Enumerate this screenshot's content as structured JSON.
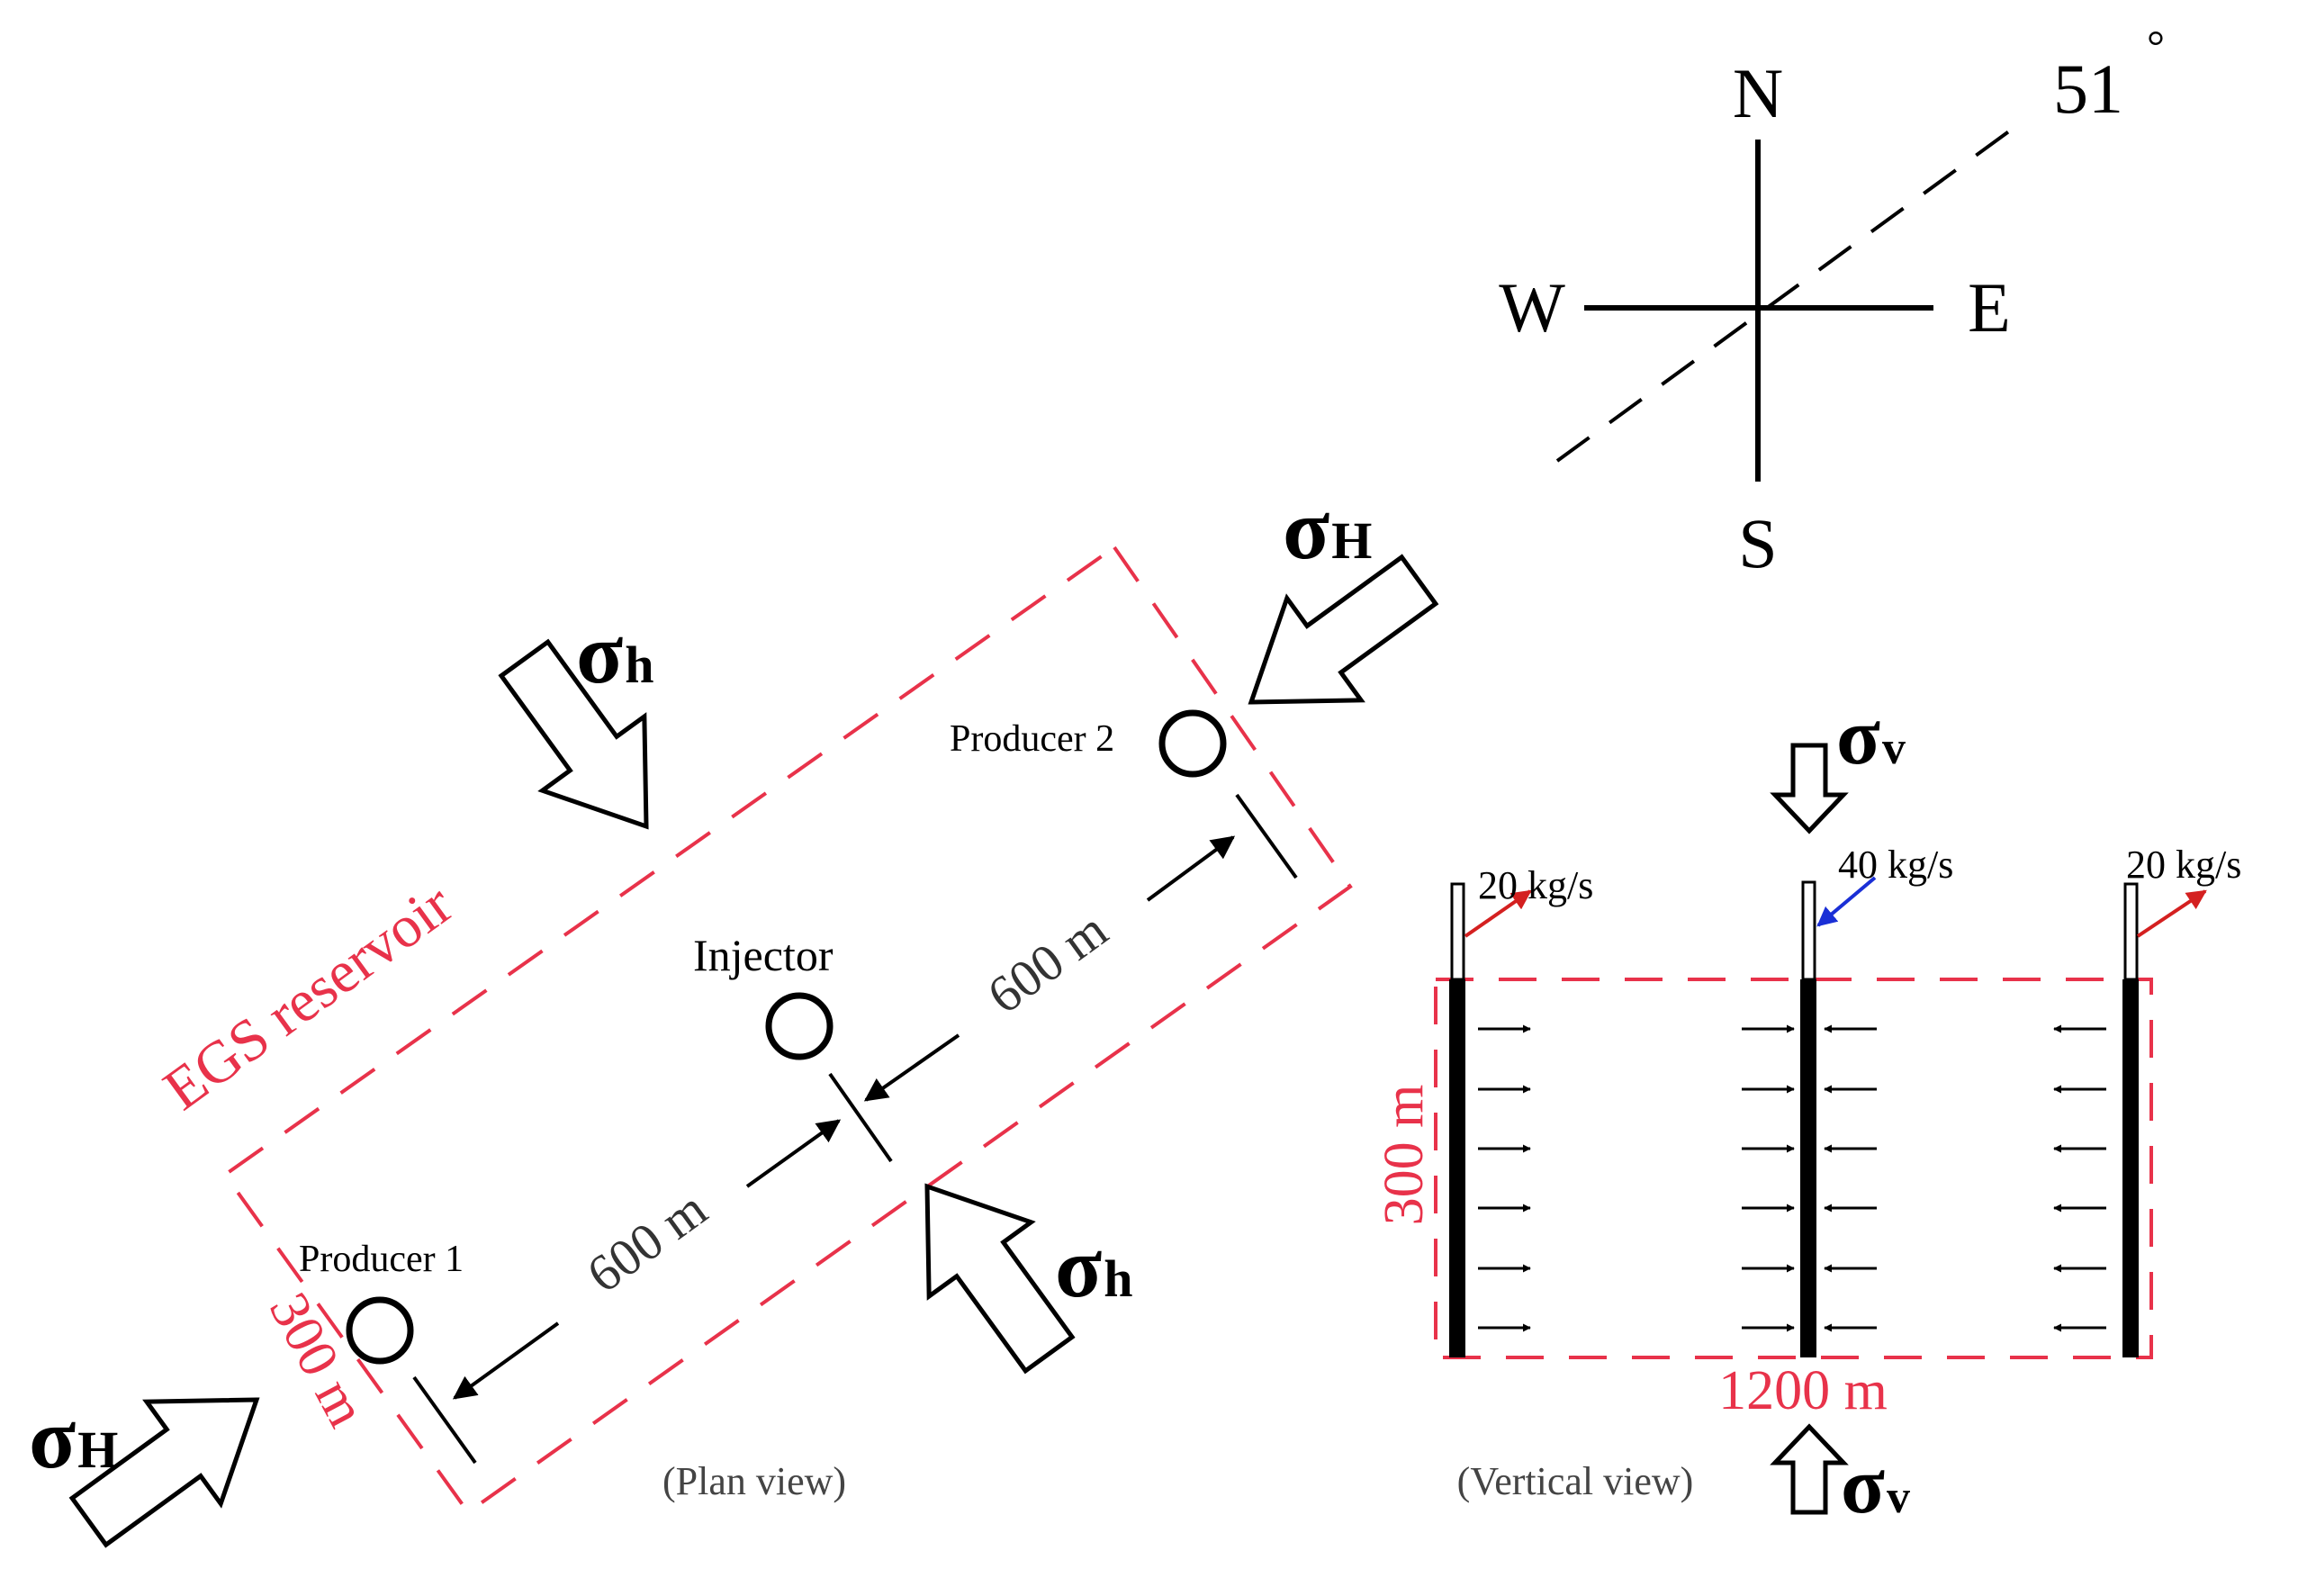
{
  "compass": {
    "north": "N",
    "south": "S",
    "east": "E",
    "west": "W",
    "angle": "51",
    "degree_mark": "°"
  },
  "plan_view": {
    "caption": "(Plan view)",
    "reservoir_label": "EGS reservoir",
    "width_label": "300 m",
    "spacing_upper": "600 m",
    "spacing_lower": "600 m",
    "wells": {
      "producer_1": "Producer 1",
      "producer_2": "Producer 2",
      "injector": "Injector"
    },
    "stresses": {
      "sigma_symbol": "σ",
      "max_sub": "H",
      "min_sub": "h"
    }
  },
  "vertical_view": {
    "caption": "(Vertical view)",
    "height_label": "300 m",
    "length_label": "1200 m",
    "rate_left": "20 kg/s",
    "rate_center": "40 kg/s",
    "rate_right": "20 kg/s",
    "stress_symbol": "σ",
    "stress_sub": "v"
  },
  "colors": {
    "reservoir_dash": "#e8324a",
    "dimension_text": "#e8324a",
    "production_arrow": "#d42020",
    "injection_arrow": "#1a2fd6",
    "ink": "#000000"
  }
}
